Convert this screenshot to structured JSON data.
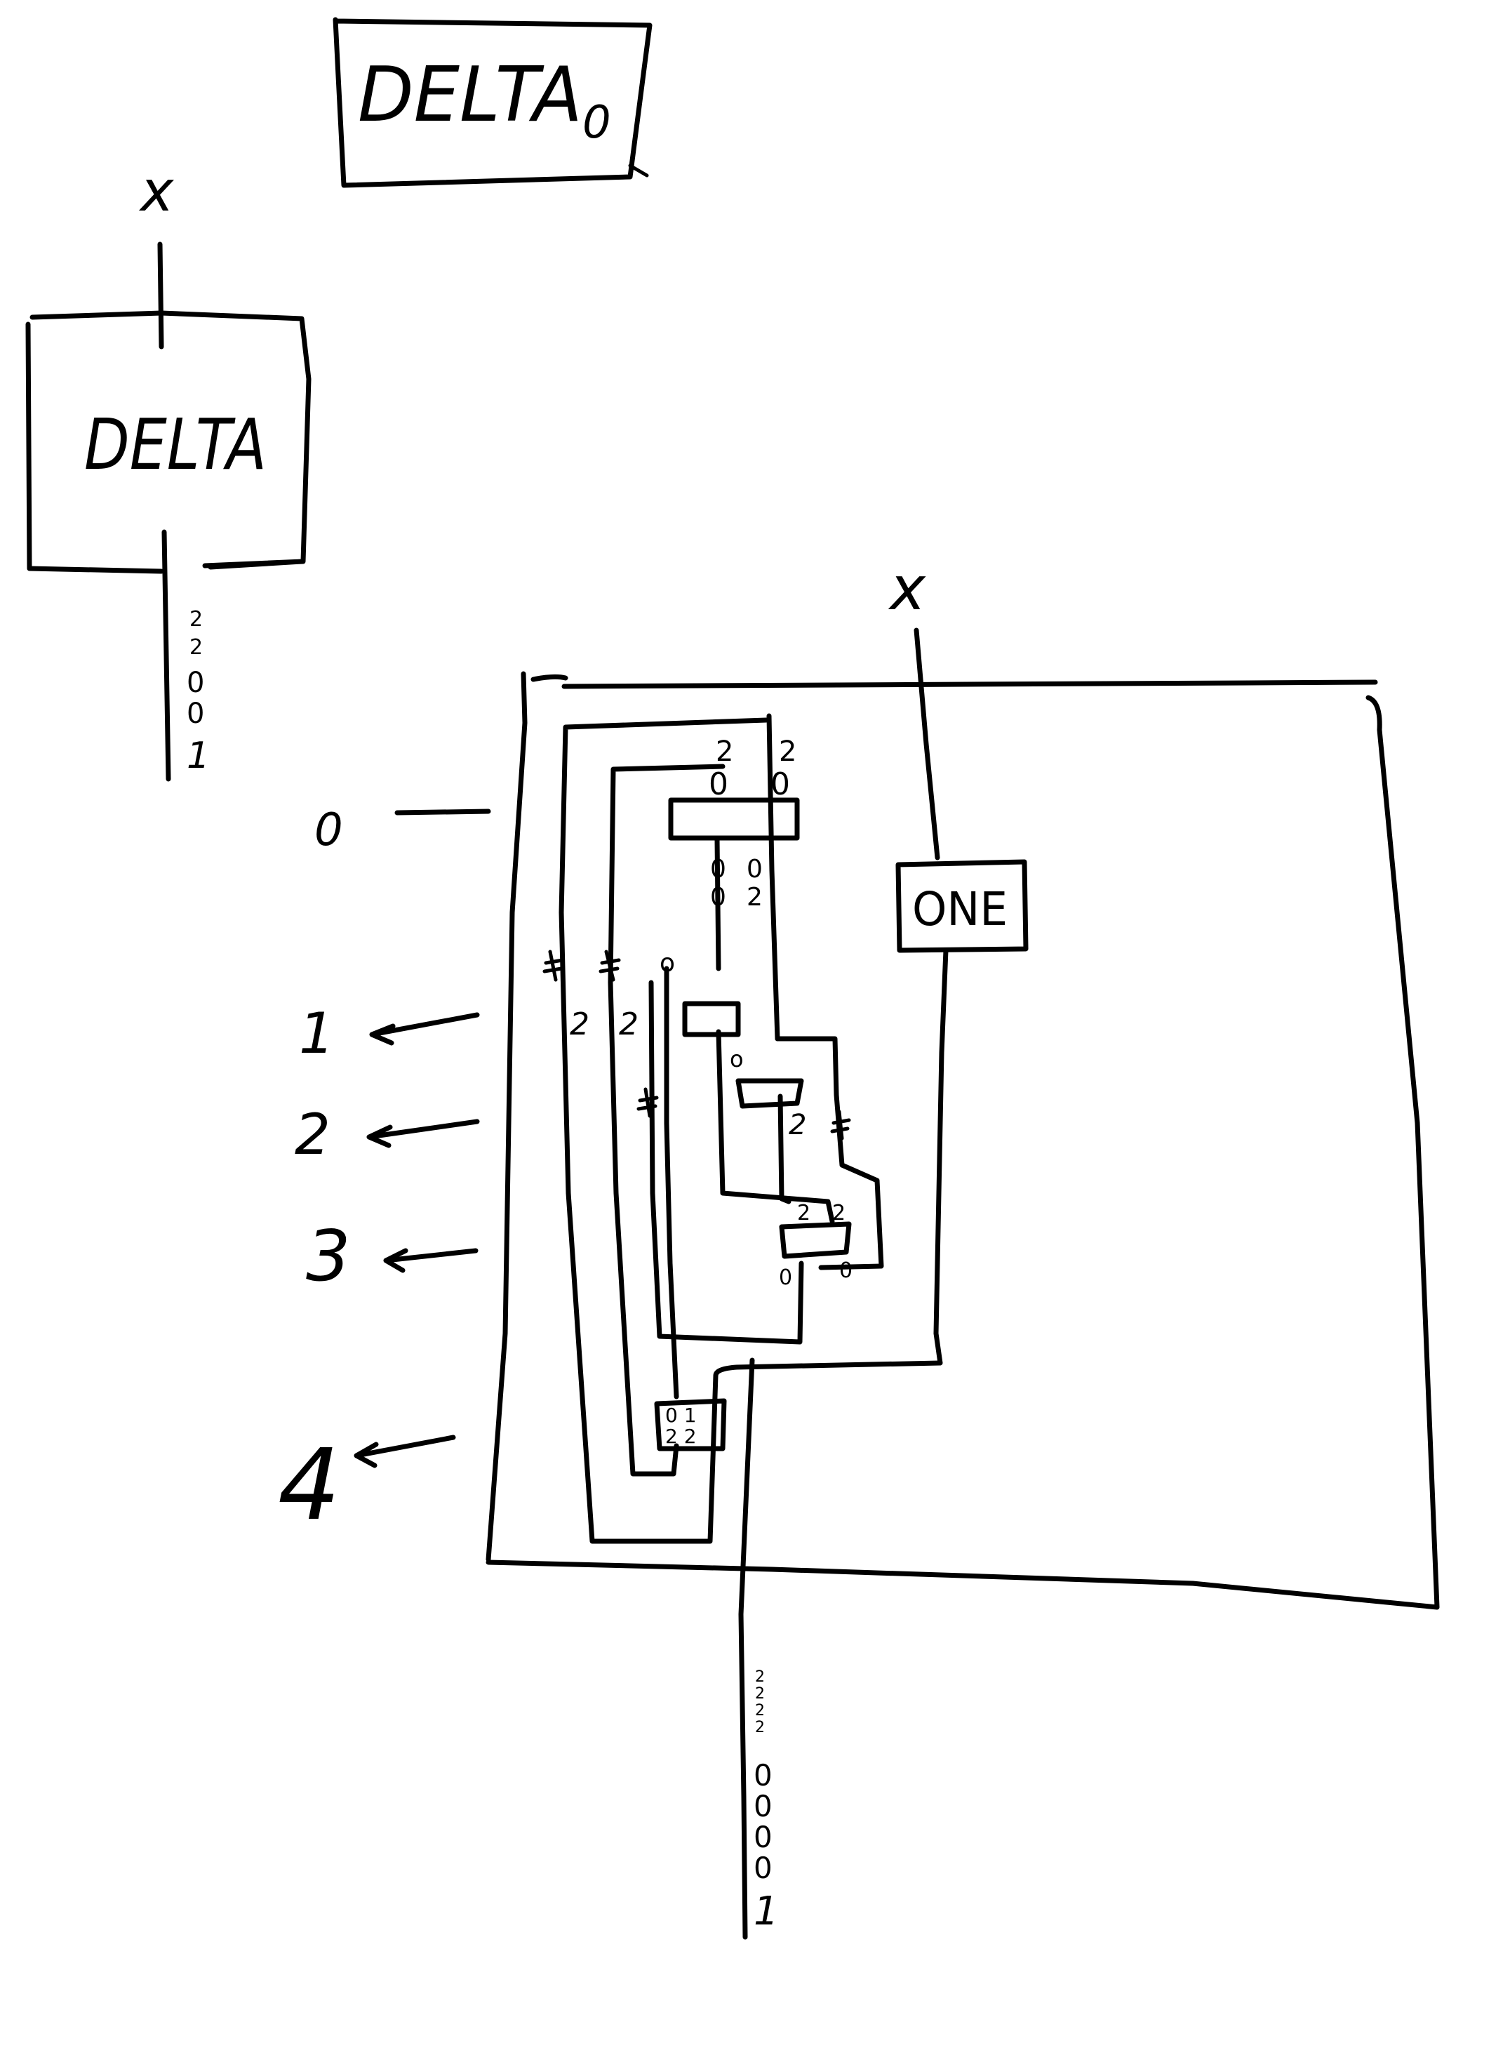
{
  "title": {
    "main": "DELTA",
    "subscript": "0"
  },
  "symbol_box": {
    "label": "DELTA",
    "input": "x",
    "output_digits": [
      "2",
      "2",
      "0",
      "0",
      "1"
    ]
  },
  "circuit": {
    "input": "x",
    "one_box": "ONE",
    "ports": [
      "0",
      "1",
      "2",
      "3",
      "4"
    ],
    "top_gate": {
      "inputs": [
        "0",
        "0"
      ],
      "labels_above": [
        "2",
        "2"
      ],
      "outputs": [
        "0",
        "0",
        "0",
        "2"
      ]
    },
    "wire_labels": {
      "left_a": "2",
      "left_b": "2",
      "mid": "2",
      "right": "2",
      "o_mark": "o"
    },
    "gate3": {
      "labels": [
        "2",
        "2"
      ],
      "outputs": [
        "0",
        "0"
      ]
    },
    "bottom_gate": {
      "top": "0 1",
      "bottom": "2 2"
    },
    "output_digits": [
      "2",
      "2",
      "2",
      "2",
      "0",
      "0",
      "0",
      "0",
      "1"
    ]
  }
}
